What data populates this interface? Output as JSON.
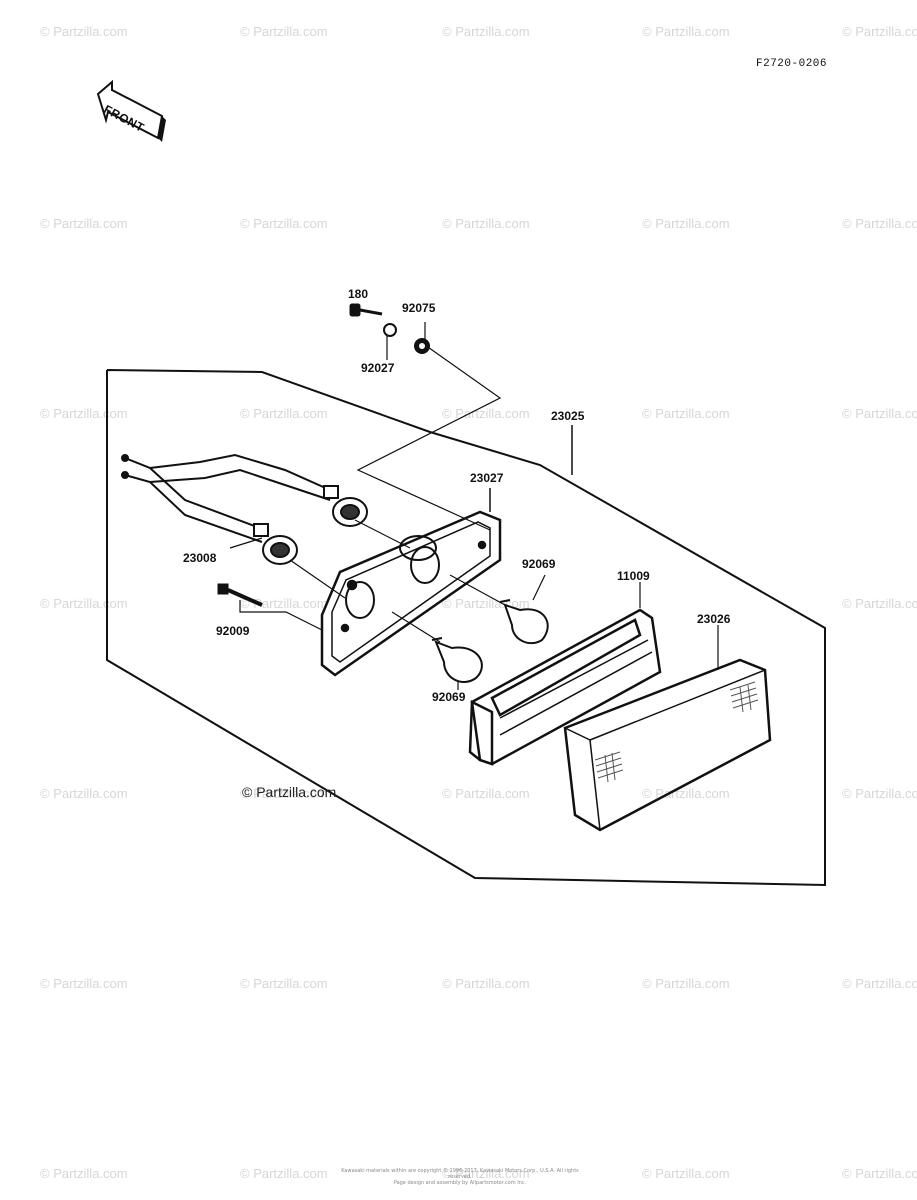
{
  "diagram_code": "F2720-0206",
  "front_label": "FRONT",
  "credit": "© Partzilla.com",
  "watermark": "© Partzilla.com",
  "footer_lines": [
    "Kawasaki materials within are copyright © 1996-2017, Kawasaki Motors Corp., U.S.A. All rights reserved.",
    "Page design and assembly by Allpartsmotor.com Inc."
  ],
  "parts": {
    "p180": "180",
    "p92075": "92075",
    "p92027": "92027",
    "p23025": "23025",
    "p23027": "23027",
    "p23008": "23008",
    "p92069a": "92069",
    "p11009": "11009",
    "p23026": "23026",
    "p92009": "92009",
    "p92069b": "92069"
  }
}
